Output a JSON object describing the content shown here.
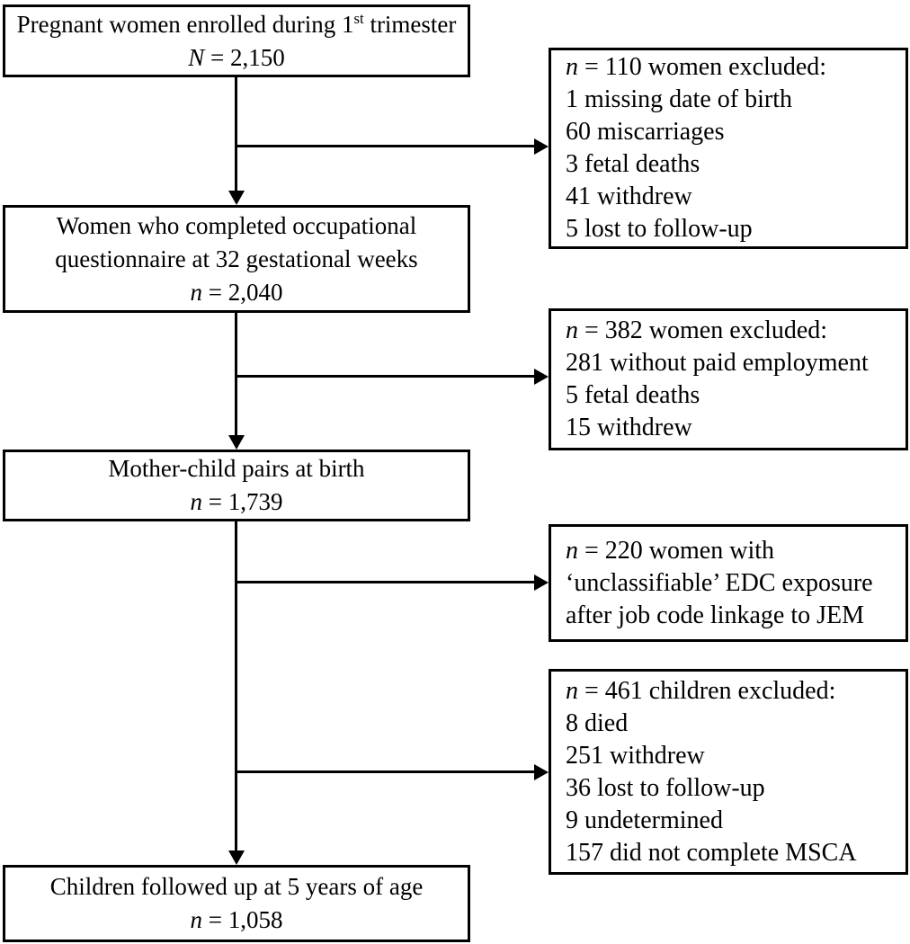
{
  "figure": {
    "colors": {
      "line": "#000000",
      "background": "#ffffff",
      "text": "#000000"
    },
    "main_boxes": [
      {
        "title_pre": "Pregnant women enrolled during 1",
        "title_sup": "st",
        "title_post": " trimester",
        "count_var": "N",
        "count_rest": " = 2,150"
      },
      {
        "title_line1": "Women who completed occupational",
        "title_line2": "questionnaire at 32 gestational weeks",
        "count_var": "n",
        "count_rest": " = 2,040"
      },
      {
        "title": "Mother-child pairs at birth",
        "count_var": "n",
        "count_rest": " = 1,739"
      },
      {
        "title": "Children followed up at 5 years of age",
        "count_var": "n",
        "count_rest": " = 1,058"
      }
    ],
    "side_boxes": [
      {
        "count_var": "n",
        "count_rest": " = 110 women excluded:",
        "details": [
          "1 missing date of birth",
          "60 miscarriages",
          "3 fetal deaths",
          "41 withdrew",
          "5 lost to follow-up"
        ]
      },
      {
        "count_var": "n",
        "count_rest": " = 382 women excluded:",
        "details": [
          "281 without paid employment",
          "5 fetal deaths",
          "15 withdrew"
        ]
      },
      {
        "count_var": "n",
        "count_rest": " = 220 women with",
        "details": [
          "‘unclassifiable’ EDC exposure",
          "after job code linkage to JEM"
        ]
      },
      {
        "count_var": "n",
        "count_rest": " = 461 children excluded:",
        "details": [
          "8 died",
          "251 withdrew",
          "36 lost to follow-up",
          "9 undetermined",
          "157 did not complete MSCA"
        ]
      }
    ]
  }
}
